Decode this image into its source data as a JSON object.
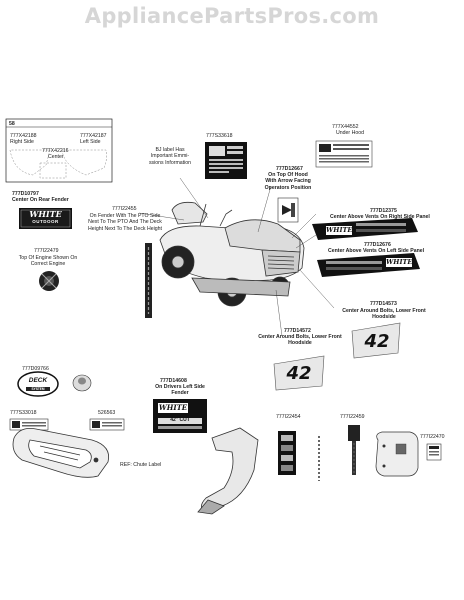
{
  "watermark": "AppliancePartsPros.com",
  "bracket": {
    "box_label": "58",
    "left_part": "777X42188",
    "left_desc": "Right Side",
    "right_part": "777X42187",
    "right_desc": "Left Side",
    "center_part": "777X42216",
    "center_desc": "Center"
  },
  "labels": {
    "l777D10797": "777D10797",
    "l777D10797_desc": "Center On Rear Fender",
    "l777S33618": "777S33618",
    "l777S33618_desc": "BJ label Has Important Emmi-ssions Information",
    "l777X44552": "777X44552",
    "l777X44552_desc": "Under Hood",
    "l777I22455": "777I22455",
    "l777I22455_desc": "On Fender With The PTO Side Next To The PTO And The Deck Height Next To The Deck Height",
    "l777D12667": "777D12667",
    "l777D12667_desc": "On Top Of Hood With Arrow Facing Operators Position",
    "l777D12375": "777D12375",
    "l777D12375_desc": "Center Above Vents On Right Side Panel",
    "l777D12676": "777D12676",
    "l777D12676_desc": "Center Above Vents On Left Side Panel",
    "l777I22479": "777I22479",
    "l777I22479_desc": "Top Of Engine Shown On Correct Engine",
    "l777D14573": "777D14573",
    "l777D14573_desc": "Center Around Bolts, Lower Front Hoodside",
    "l777D14572": "777D14572",
    "l777D14572_desc": "Center Around Bolts, Lower Front Hoodside",
    "l777D09766": "777D09766",
    "l777D14608": "777D14608",
    "l777D14608_desc": "On Drivers Left Side Fender",
    "l777S33018": "777S33018",
    "l526563": "526563",
    "chute_desc": "REF: Chute Label",
    "l777I22454": "777I22454",
    "l777I22459": "777I22459",
    "l777I22470": "777I22470"
  },
  "decals": {
    "white_brand": "WHITE",
    "outdoor_brand": "OUTDOOR",
    "deck_cut": "42\" CUT",
    "deck_number": "42",
    "deck_badge_top": "DECK",
    "deck_badge_bottom": "SYSTEM"
  }
}
